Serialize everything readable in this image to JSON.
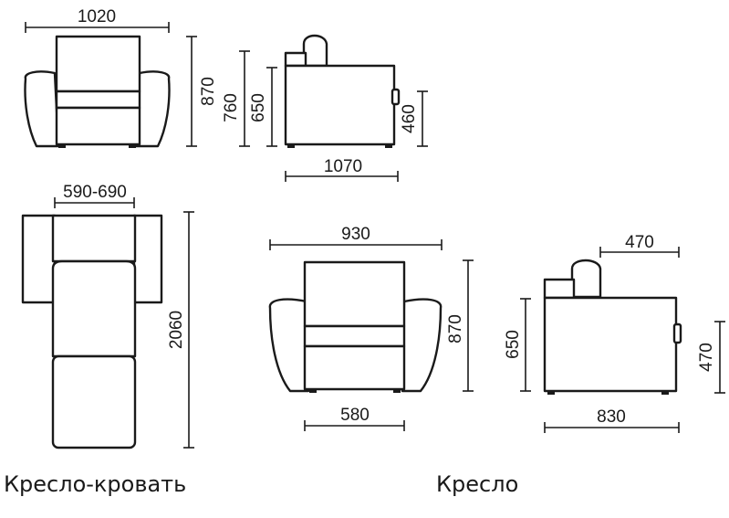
{
  "captions": {
    "sofa_bed": "Кресло-кровать",
    "armchair": "Кресло"
  },
  "sofa_bed": {
    "front_width": "1020",
    "front_height": "870",
    "side_total_height": "760",
    "side_back_height": "650",
    "side_arm_height": "460",
    "side_depth": "1070",
    "sleep_width": "590-690",
    "sleep_length": "2060"
  },
  "armchair": {
    "front_width": "930",
    "front_height": "870",
    "seat_width": "580",
    "side_top_depth": "470",
    "side_back_height": "650",
    "side_arm_height": "470",
    "side_depth": "830"
  },
  "colors": {
    "line": "#1a1a1a",
    "background": "#ffffff"
  }
}
